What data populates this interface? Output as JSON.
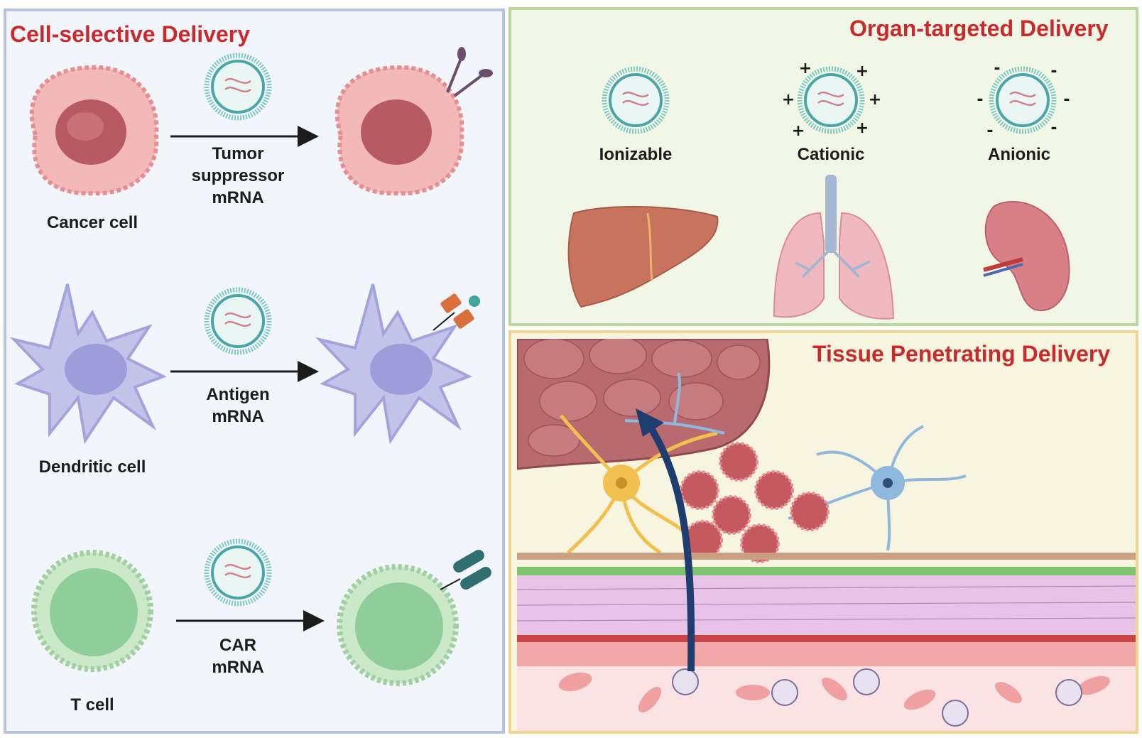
{
  "cell_selective": {
    "title": "Cell-selective Delivery",
    "rows": [
      {
        "cell": "Cancer cell",
        "payload": [
          "Tumor",
          "suppressor",
          "mRNA"
        ]
      },
      {
        "cell": "Dendritic cell",
        "payload": [
          "Antigen",
          "mRNA"
        ]
      },
      {
        "cell": "T cell",
        "payload": [
          "CAR",
          "mRNA"
        ]
      }
    ]
  },
  "organ_targeted": {
    "title": "Organ-targeted Delivery",
    "lnps": [
      {
        "label": "Ionizable",
        "charge": ""
      },
      {
        "label": "Cationic",
        "charge": "+"
      },
      {
        "label": "Anionic",
        "charge": "-"
      }
    ]
  },
  "tissue_penetrating": {
    "title": "Tissue Penetrating Delivery"
  },
  "colors": {
    "title_red": "#c82b2b",
    "cell_panel_bg": "#f2f5fb",
    "organ_panel_bg": "#f1f6e6",
    "tissue_panel_bg": "#f7f4df"
  }
}
